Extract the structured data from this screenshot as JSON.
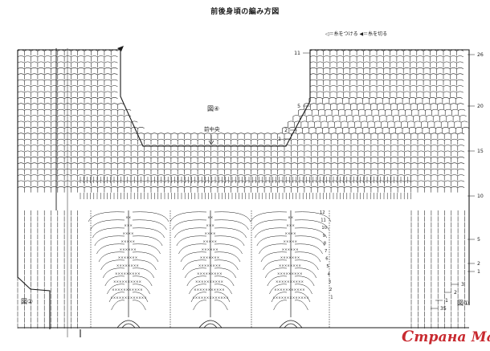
{
  "diagram": {
    "title": "前後身頃の編み方図",
    "legend": "◁＝糸をつける ◀＝糸を切る",
    "figure_center": "図④",
    "front_center_label": "前中央",
    "figure_left": "図②",
    "figure_right": "図①"
  },
  "row_numbers": {
    "right": [
      "26",
      "20",
      "15",
      "10",
      "5",
      "2",
      "1"
    ],
    "left_neck": [
      "11",
      "5",
      "2",
      "1"
    ],
    "bottom_right": [
      "3",
      "2",
      "1",
      "35"
    ],
    "pineapple_rows": [
      "12",
      "11",
      "10",
      "9",
      "8",
      "7",
      "6",
      "5",
      "4",
      "3",
      "2",
      "1"
    ]
  },
  "watermark": {
    "first_letter": "С",
    "rest": "трана Мам"
  },
  "colors": {
    "ink": "#1a1a1a",
    "watermark": "#c82a30"
  }
}
